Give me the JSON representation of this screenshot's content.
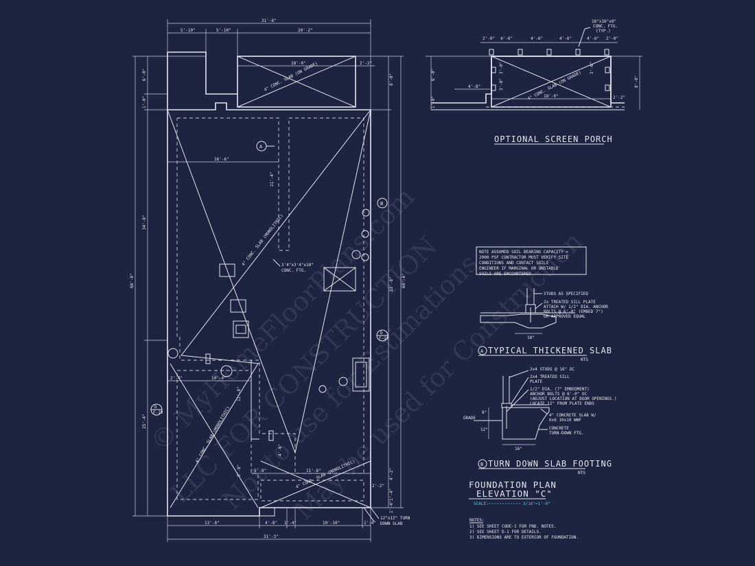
{
  "plan": {
    "title": "FOUNDATION PLAN",
    "subtitle": "ELEVATION \"C\"",
    "scale_label": "SCALE:",
    "scale_value": "3/16\"=1'-0\"",
    "notes_heading": "NOTES:",
    "notes": [
      "1) SEE SHEET CODE-1 FOR FND. NOTES.",
      "2) SEE SHEET D-1 FOR DETAILS.",
      "3) DIMENSIONS ARE TO EXTERIOR OF FOUNDATION."
    ],
    "dims": {
      "top_overall": "31'-8\"",
      "top_a": "5'-10\"",
      "top_b": "5'-10\"",
      "top_c": "20'-2\"",
      "porch_width": "18'-0\"",
      "porch_right": "2'-2\"",
      "left_overall": "68'-8\"",
      "left_a": "6'-0\"",
      "left_b": "1'-0\"",
      "left_c": "34'-8\"",
      "left_d": "25'-4\"",
      "right_a": "8'-0\"",
      "right_b": "53'-8\"",
      "right_overall": "68'-8\"",
      "right_c": "4'-2\"",
      "right_d": "1'-4\"",
      "right_e": "1'-4\"",
      "inner_a": "16'-6\"",
      "inner_b": "21'-4\"",
      "inner_c": "10'-4\"",
      "inner_d": "11'-8\"",
      "inner_e": "2'-4\"",
      "inner_f": "5'-8\"",
      "inner_g": "5'-8\"",
      "inner_h": "11'-8\"",
      "inner_i": "4'-6\"",
      "inner_j": "2'-2\"",
      "bot_a": "13'-8\"",
      "bot_b": "4'-8\"",
      "bot_c": "1'-4\"",
      "bot_d": "10'-10\"",
      "bot_e": "1'-4\"",
      "bot_overall": "31'-3\""
    },
    "labels": {
      "slab_main": "4\" CONC. SLAB (MONOLITHIC)",
      "slab_porch": "4\" CONC. SLAB (ON GRADE)",
      "slab_garage": "4\" CONC. SLAB (MONOLITHIC)",
      "slab_small": "4\" CONC. SLAB (MONOLITHIC)",
      "ftg_1": "3'4\"x3'4\"x10\"",
      "ftg_2": "CONC. FTG.",
      "turn_down_1": "12\"x12\" TURN",
      "turn_down_2": "DOWN SLAB",
      "tag_a": "A",
      "tag_b": "B",
      "tag_d": "D",
      "tag_d_sheet": "F-10"
    }
  },
  "porch": {
    "title": "OPTIONAL SCREEN PORCH",
    "ftg_1": "16\"x16\"x8\"",
    "ftg_2": "CONC. FTG.",
    "ftg_3": "(TYP.)",
    "slab": "4\" CONC. SLAB (ON GRADE)",
    "dims": [
      "2'-0\"",
      "4'-6\"",
      "4'-6\"",
      "4'-6\"",
      "4'-6\"",
      "2'-0\""
    ],
    "width": "18'-0\"",
    "left": "4'-8\"",
    "right": "2'-2\"",
    "h1": "6'-0\"",
    "h2": "1'-0\"",
    "h3": "8'-0\"",
    "side_a": "3'-0\"",
    "side_b": "3'-6\"",
    "side_c": "3'-0\""
  },
  "soil_note": [
    "NOTE ASSUMED SOIL BEARING CAPACITY =",
    "2000 PSF CONTRACTOR MUST VERIFY SITE",
    "CONDITIONS AND CONTACT SOILS",
    "ENGINEER IF MARGINAL OR UNSTABLE",
    "SOILS ARE ENCOUNTERED"
  ],
  "detail_a": {
    "tag": "A",
    "title": "TYPICAL THICKENED SLAB",
    "nts": "NTS",
    "callout_1": "STUDS AS SPECIFIED",
    "callout_2": [
      "2x TREATED SILL PLATE",
      "ATTACH W/ 1/2\" DIA. ANCHOR",
      "BOLTS @ 6'-0\" (EMBED 7\")",
      "OR APPROVED EQUAL"
    ],
    "dim": "18\""
  },
  "detail_b": {
    "tag": "B",
    "title": "TURN DOWN SLAB FOOTING",
    "nts": "NTS",
    "callouts": [
      "2x4 STUDS @ 16\" OC",
      "2x4 TREATED SILL",
      "PLATE",
      "1/2\" DIA. (7\" EMBEDMENT)",
      "ANCHOR BOLTS @ 6'-0\" OC",
      "(ADJUST LOCATION AT DOOR OPENINGS.)",
      "LOCATE 12\" FROM PLATE ENDS",
      "4\" CONCRETE SLAB W/",
      "6x6 10x10 WWF",
      "CONCRETE",
      "TURN-DOWN FTG."
    ],
    "grade": "GRADE",
    "d1": "8\"",
    "d2": "12\"",
    "d3": "16\""
  },
  "watermark": [
    "© MyHomeFloorPlans.com",
    "LLC FOR CONSTRUCTION",
    "Not to use for Estimations",
    "May be used for Construction"
  ]
}
